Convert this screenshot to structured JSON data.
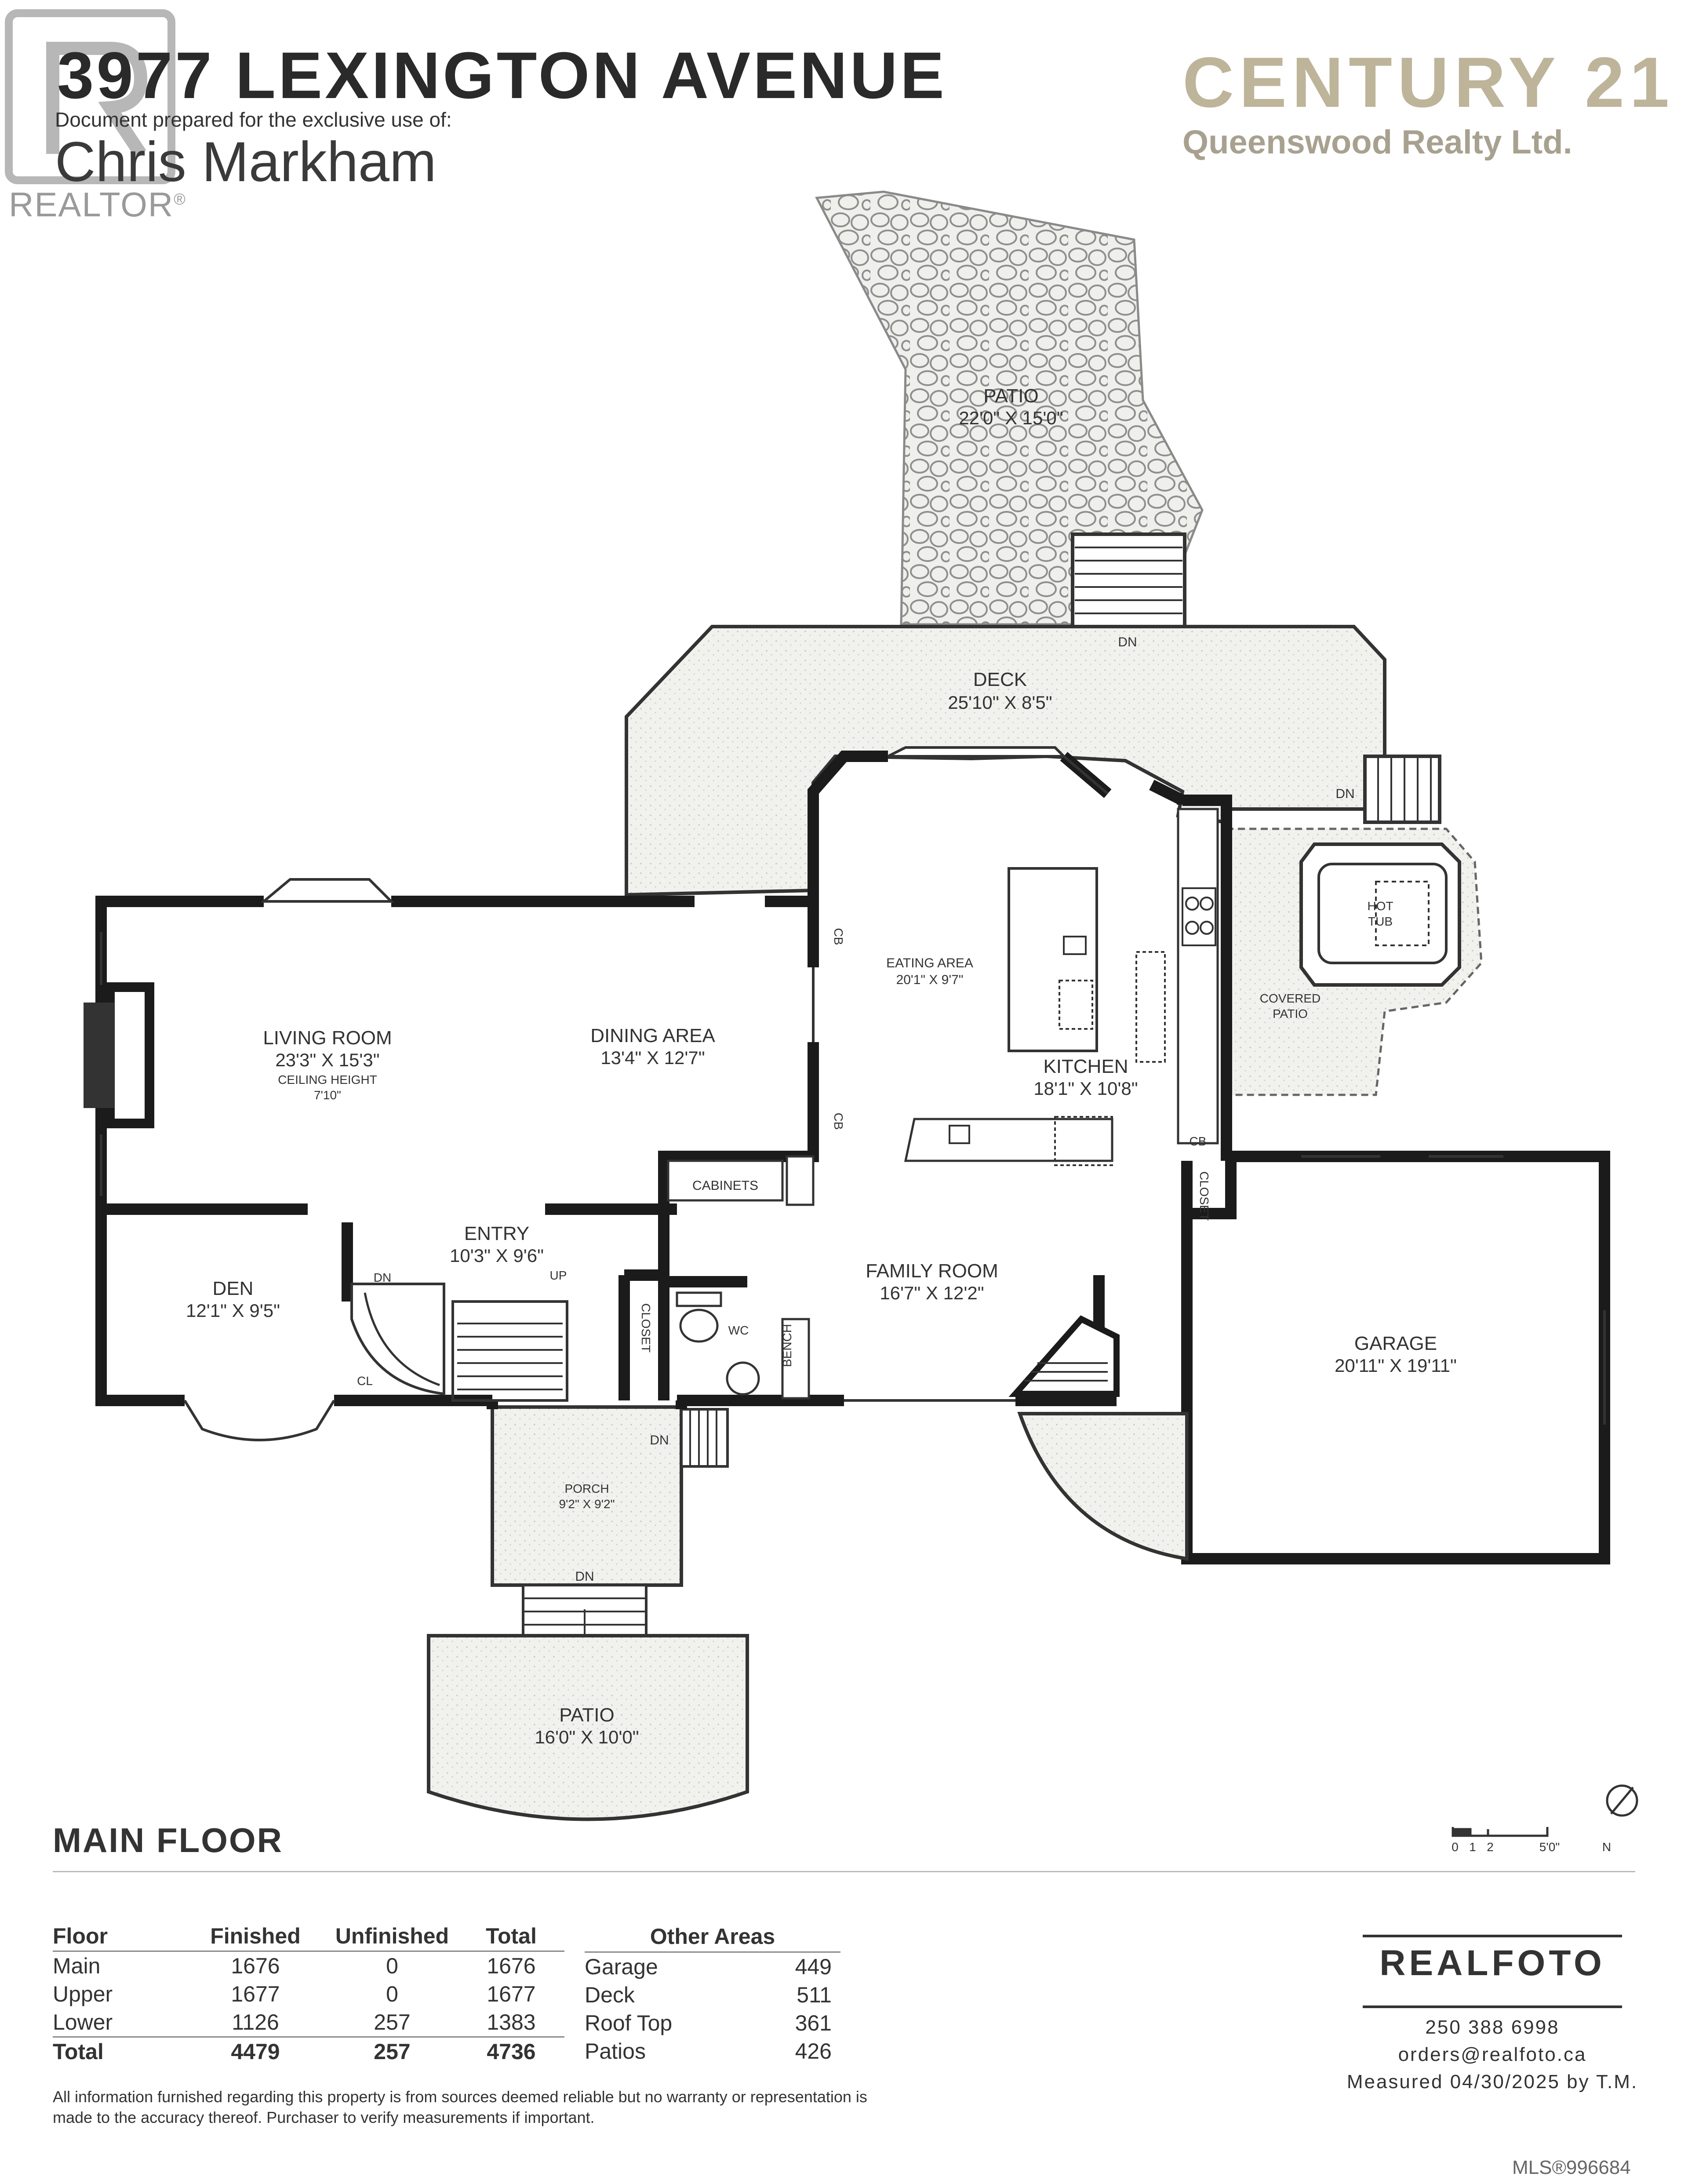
{
  "header": {
    "address": "3977 LEXINGTON AVENUE",
    "prepared_for": "Document prepared for the exclusive use of:",
    "client_name": "Chris Markham",
    "realtor_word": "REALTOR",
    "realtor_mark": "®",
    "brokerage": "CENTURY 21",
    "brokerage_sub": "Queenswood Realty Ltd."
  },
  "floor_label": "MAIN FLOOR",
  "rooms": {
    "patio_top": {
      "name": "PATIO",
      "dims": "22'0\" X 15'0\""
    },
    "deck": {
      "name": "DECK",
      "dims": "25'10\" X 8'5\""
    },
    "eating_area": {
      "name": "EATING AREA",
      "dims": "20'1\" X 9'7\""
    },
    "living_room": {
      "name": "LIVING ROOM",
      "dims": "23'3\" X 15'3\"",
      "note1": "CEILING HEIGHT",
      "note2": "7'10\""
    },
    "dining_area": {
      "name": "DINING AREA",
      "dims": "13'4\" X 12'7\""
    },
    "kitchen": {
      "name": "KITCHEN",
      "dims": "18'1\" X 10'8\""
    },
    "hot_tub": {
      "line1": "HOT",
      "line2": "TUB"
    },
    "covered_patio": {
      "line1": "COVERED",
      "line2": "PATIO"
    },
    "entry": {
      "name": "ENTRY",
      "dims": "10'3\" X 9'6\""
    },
    "den": {
      "name": "DEN",
      "dims": "12'1\" X 9'5\""
    },
    "family_room": {
      "name": "FAMILY ROOM",
      "dims": "16'7\" X 12'2\""
    },
    "garage": {
      "name": "GARAGE",
      "dims": "20'11\" X 19'11\""
    },
    "porch": {
      "name": "PORCH",
      "dims": "9'2\" X 9'2\""
    },
    "patio_bottom": {
      "name": "PATIO",
      "dims": "16'0\" X 10'0\""
    }
  },
  "labels": {
    "dn": "DN",
    "up": "UP",
    "cb": "CB",
    "cl": "CL",
    "wc": "WC",
    "closet": "CLOSET",
    "cabinets": "CABINETS",
    "bench": "BENCH"
  },
  "scale": {
    "t0": "0",
    "t1": "1",
    "t2": "2",
    "t5": "5'0\"",
    "north": "N"
  },
  "area_table": {
    "headers": [
      "Floor",
      "Finished",
      "Unfinished",
      "Total"
    ],
    "rows": [
      [
        "Main",
        "1676",
        "0",
        "1676"
      ],
      [
        "Upper",
        "1677",
        "0",
        "1677"
      ],
      [
        "Lower",
        "1126",
        "257",
        "1383"
      ]
    ],
    "total": [
      "Total",
      "4479",
      "257",
      "4736"
    ]
  },
  "other_areas": {
    "header": "Other Areas",
    "rows": [
      [
        "Garage",
        "449"
      ],
      [
        "Deck",
        "511"
      ],
      [
        "Roof Top",
        "361"
      ],
      [
        "Patios",
        "426"
      ]
    ]
  },
  "disclaimer": "All information furnished regarding this property is from sources deemed reliable but no warranty or representation is made to the accuracy thereof. Purchaser to verify measurements if important.",
  "company": {
    "logo": "REALFOTO",
    "phone": "250 388 6998",
    "email": "orders@realfoto.ca",
    "measured": "Measured 04/30/2025 by T.M."
  },
  "mls": "MLS®996684"
}
